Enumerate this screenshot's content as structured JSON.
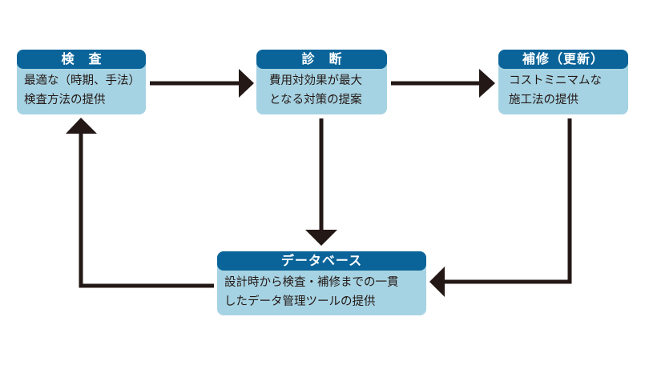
{
  "diagram": {
    "nodes": {
      "inspection": {
        "title": "検査",
        "lines": [
          "最適な（時期、手法）",
          "検査方法の提供"
        ]
      },
      "diagnosis": {
        "title": "診断",
        "lines": [
          "費用対効果が最大",
          "となる対策の提案"
        ]
      },
      "repair": {
        "title": "補修（更新）",
        "lines": [
          "コストミニマムな",
          "施工法の提供"
        ]
      },
      "database": {
        "title": "データベース",
        "lines": [
          "設計時から検査・補修までの一貫",
          "したデータ管理ツールの提供"
        ]
      }
    },
    "edges": [
      {
        "from": "inspection",
        "to": "diagnosis"
      },
      {
        "from": "diagnosis",
        "to": "repair"
      },
      {
        "from": "diagnosis",
        "to": "database"
      },
      {
        "from": "repair",
        "to": "database"
      },
      {
        "from": "database",
        "to": "inspection"
      }
    ],
    "colors": {
      "header": "#0a6499",
      "body": "#a6d3e3",
      "arrow": "#231815",
      "text": "#231815"
    }
  }
}
